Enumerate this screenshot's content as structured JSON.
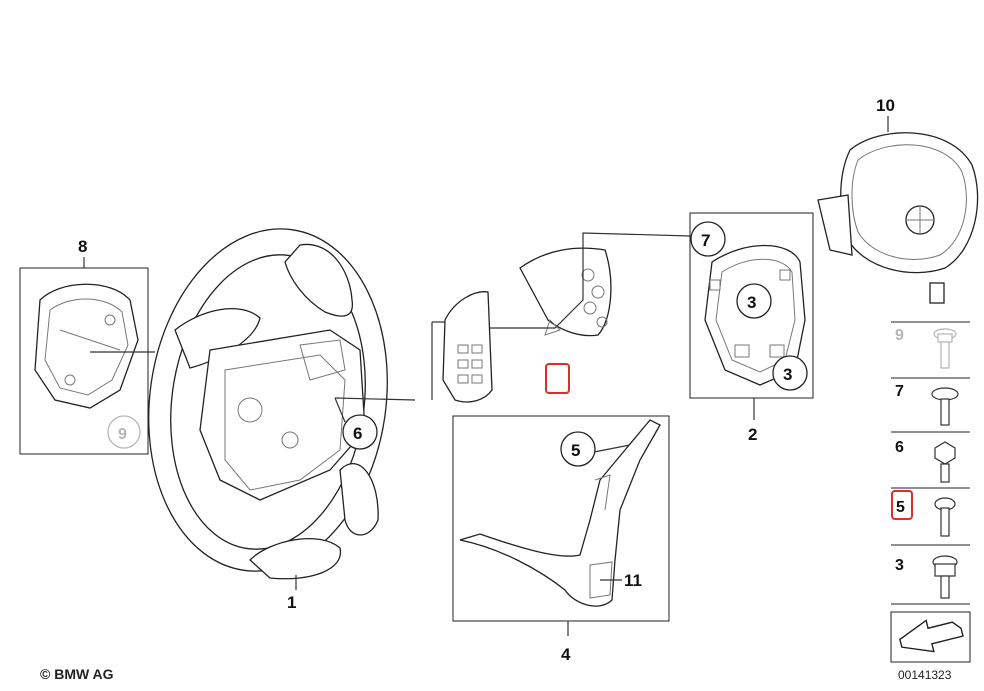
{
  "labels": {
    "l1": "1",
    "l2": "2",
    "l3a": "3",
    "l3b": "3",
    "l4": "4",
    "l5": "5",
    "l6": "6",
    "l7": "7",
    "l8": "8",
    "l9": "9",
    "l10": "10",
    "l11": "11"
  },
  "legend": {
    "items": [
      {
        "num": "9"
      },
      {
        "num": "7"
      },
      {
        "num": "6"
      },
      {
        "num": "5"
      },
      {
        "num": "3"
      }
    ]
  },
  "copyright": "© BMW AG",
  "diagram_id": "00141323",
  "colors": {
    "highlight": "#d9302c",
    "line": "#222222",
    "faded": "#b5b5b5"
  }
}
